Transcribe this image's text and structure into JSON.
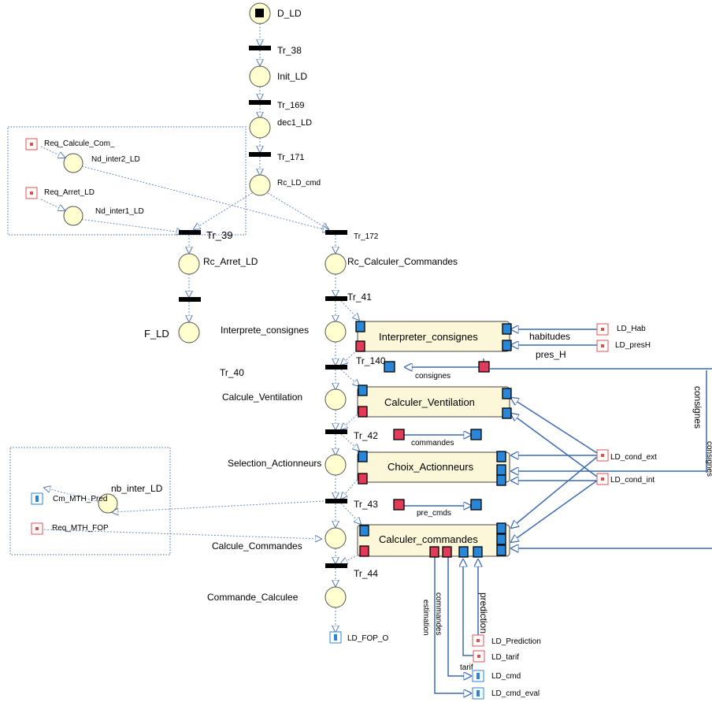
{
  "places": {
    "d_ld": "D_LD",
    "init_ld": "Init_LD",
    "dec1_ld": "dec1_LD",
    "rc_ld_cmd": "Rc_LD_cmd",
    "nd_inter2": "Nd_inter2_LD",
    "nd_inter1": "Nd_inter1_LD",
    "rc_arret": "Rc_Arret_LD",
    "f_ld": "F_LD",
    "rc_calculer": "Rc_Calculer_Commandes",
    "interprete": "Interprete_consignes",
    "calcule_vent": "Calcule_Ventilation",
    "selection": "Selection_Actionneurs",
    "nb_inter": "nb_inter_LD",
    "calcule_cmd": "Calcule_Commandes",
    "commande_calc": "Commande_Calculee"
  },
  "transitions": {
    "tr38": "Tr_38",
    "tr169": "Tr_169",
    "tr171": "Tr_171",
    "tr39": "Tr_39",
    "tr172": "Tr_172",
    "tr41": "Tr_41",
    "tr140": "Tr_140",
    "tr40": "Tr_40",
    "tr42": "Tr_42",
    "tr43": "Tr_43",
    "tr44": "Tr_44"
  },
  "boxes": {
    "interpreter": "Interpreter_consignes",
    "ventilation": "Calculer_Ventilation",
    "choix": "Choix_Actionneurs",
    "commandes": "Calculer_commandes"
  },
  "externals": {
    "req_calcule": "Req_Calcule_Com_",
    "req_arret": "Req_Arret_LD",
    "cm_mth_pred": "Cm_MTH_Pred",
    "req_mth_fop": "Req_MTH_FOP",
    "ld_hab": "LD_Hab",
    "ld_presh": "LD_presH",
    "ld_cond_ext": "LD_cond_ext",
    "ld_cond_int": "LD_cond_int",
    "ld_prediction": "LD_Prediction",
    "ld_tarif": "LD_tarif",
    "ld_cmd": "LD_cmd",
    "ld_cmd_eval": "LD_cmd_eval",
    "ld_fop_o": "LD_FOP_O"
  },
  "flows": {
    "habitudes": "habitudes",
    "pres_h": "pres_H",
    "consignes_small": "consignes",
    "consignes_vert": "consignes",
    "consignes_edge": "consignes",
    "commandes_h": "commandes",
    "pre_cmds": "pre_cmds",
    "commandes_v": "commandes",
    "estimation": "estimation",
    "tarif": "tarif",
    "prediction": "prediction"
  }
}
